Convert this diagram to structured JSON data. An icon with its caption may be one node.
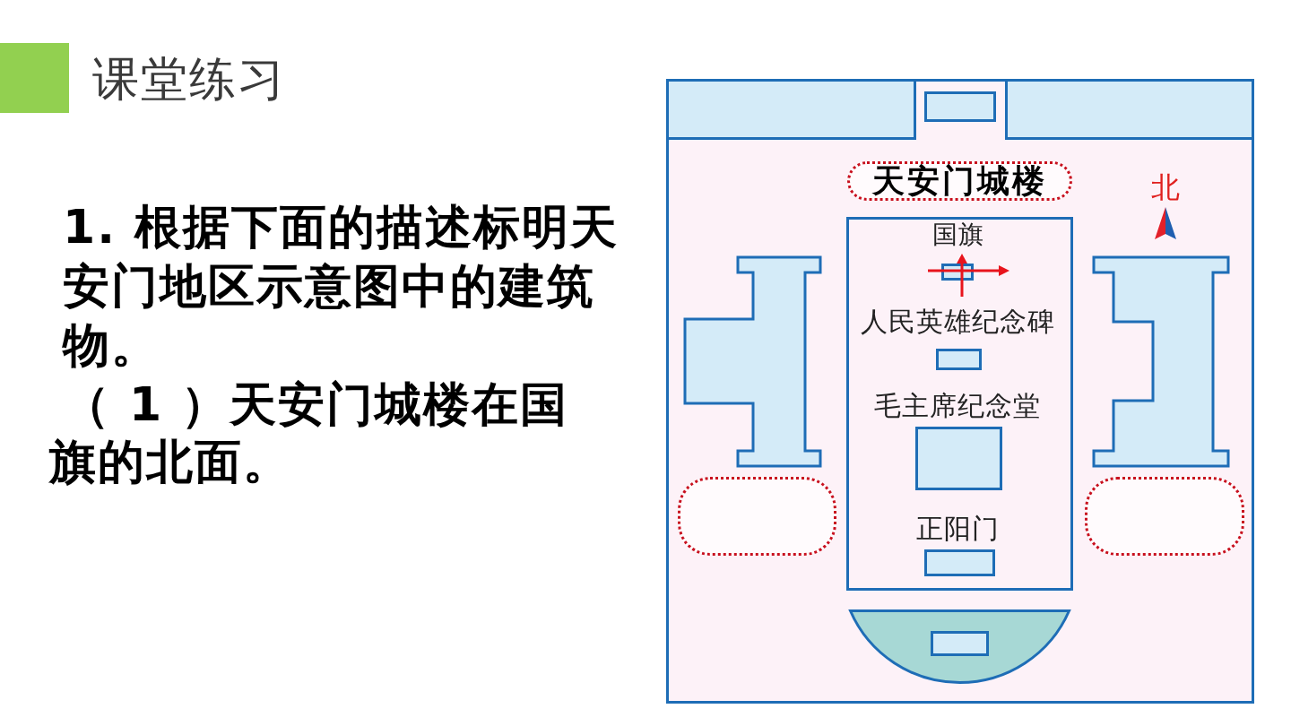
{
  "diagram": {
    "title": "课堂练习",
    "nodes": [
      {
        "text": [],
        "shape": "box"
      },
      {
        "text": [],
        "shape": "box",
        "in": 0
      },
      {
        "text": [],
        "shape": "box",
        "in": 0
      },
      {
        "text": [],
        "shape": "box",
        "in": 0
      },
      {
        "text": [
          "天安门城楼"
        ],
        "in": 0
      },
      {
        "text": [],
        "shape": "box",
        "in": 0
      },
      {
        "text": [],
        "shape": "box",
        "in": 5,
        "beside": [
          "国旗"
        ]
      },
      {
        "text": [],
        "shape": "box",
        "in": 0
      },
      {
        "text": [],
        "shape": "box",
        "in": 0
      },
      {
        "text": [],
        "shape": "box",
        "in": 5,
        "beside": [
          "人民英雄纪念碑"
        ]
      },
      {
        "text": [],
        "shape": "box",
        "in": 5,
        "beside": [
          "毛主席纪念堂"
        ]
      },
      {
        "text": [],
        "shape": "box",
        "in": 0
      },
      {
        "text": [],
        "shape": "box",
        "in": 0
      },
      {
        "text": [],
        "shape": "box",
        "in": 5,
        "beside": [
          "正阳门"
        ]
      },
      {
        "text": [],
        "shape": "semicircle",
        "in": 0
      },
      {
        "text": [],
        "shape": "box",
        "in": 14
      }
    ],
    "labels": [
      "1. 根据下面的描述标明天安门地区示意图中的建筑物。",
      "（ 1 ）天安门城楼在国旗的北面。",
      "北"
    ]
  }
}
